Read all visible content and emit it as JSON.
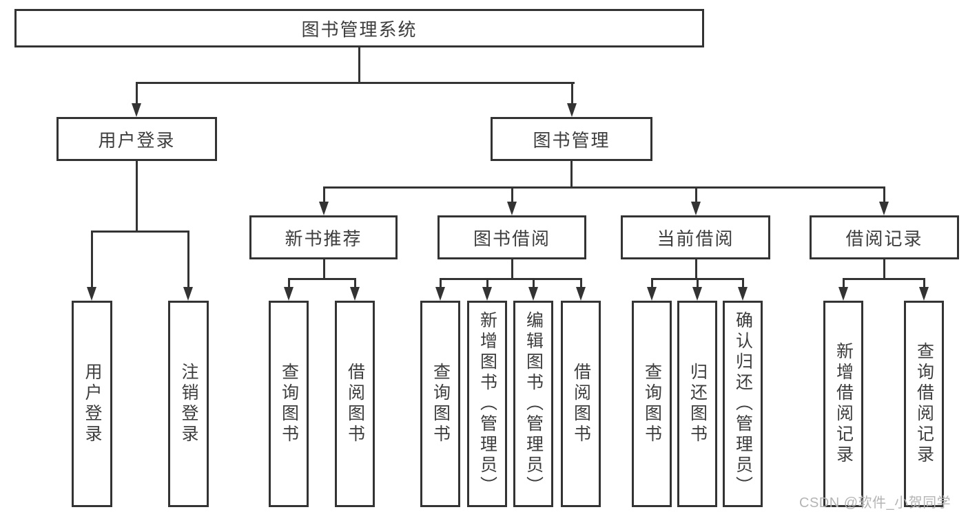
{
  "diagram": {
    "root": {
      "label": "图书管理系统"
    },
    "level2": [
      {
        "label": "用户登录",
        "children": [
          {
            "label": "用户登录"
          },
          {
            "label": "注销登录"
          }
        ]
      },
      {
        "label": "图书管理",
        "children": [
          {
            "label": "新书推荐",
            "children": [
              {
                "label": "查询图书"
              },
              {
                "label": "借阅图书"
              }
            ]
          },
          {
            "label": "图书借阅",
            "children": [
              {
                "label": "查询图书"
              },
              {
                "label": "新增图书（管理员）"
              },
              {
                "label": "编辑图书（管理员）"
              },
              {
                "label": "借阅图书"
              }
            ]
          },
          {
            "label": "当前借阅",
            "children": [
              {
                "label": "查询图书"
              },
              {
                "label": "归还图书"
              },
              {
                "label": "确认归还（管理员）"
              }
            ]
          },
          {
            "label": "借阅记录",
            "children": [
              {
                "label": "新增借阅记录"
              },
              {
                "label": "查询借阅记录"
              }
            ]
          }
        ]
      }
    ],
    "colors": {
      "line": "#333333",
      "node_border": "#333333",
      "text": "#3d3d3d",
      "background": "#ffffff",
      "watermark_text": "#b4b4b4"
    }
  },
  "watermark": {
    "text": "CSDN @软件_小贺同学"
  }
}
